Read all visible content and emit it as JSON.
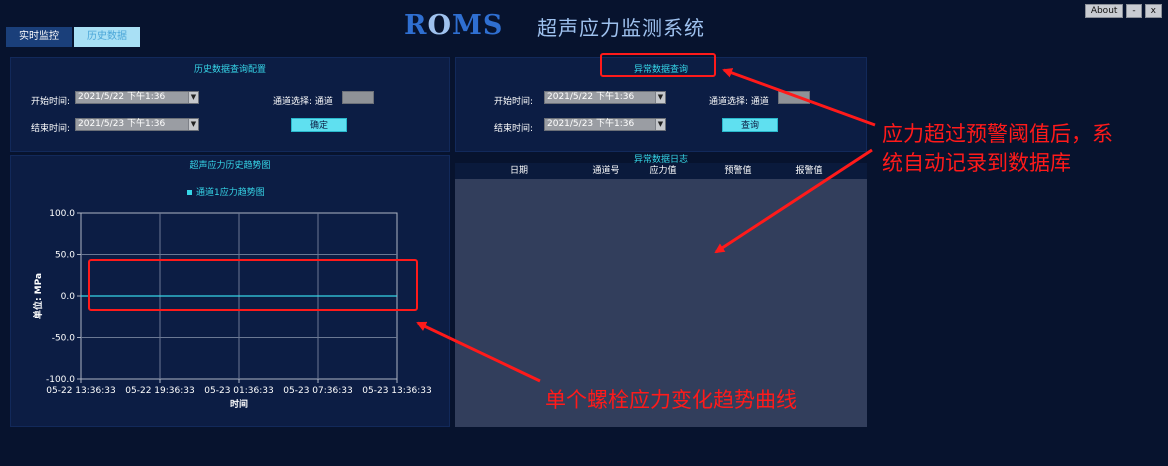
{
  "app": {
    "logo_text_r": "R",
    "logo_text_o": "O",
    "logo_text_ms": "MS",
    "title": "超声应力监测系统"
  },
  "window_buttons": {
    "about": "About",
    "minimize": "-",
    "close": "x"
  },
  "tabs": [
    {
      "label": "实时监控",
      "active": false
    },
    {
      "label": "历史数据",
      "active": true
    }
  ],
  "history_query": {
    "title": "历史数据查询配置",
    "start_label": "开始时间:",
    "start_value": "2021/5/22 下午1:36",
    "end_label": "结束时间:",
    "end_value": "2021/5/23 下午1:36",
    "channel_label": "通道选择: 通道",
    "confirm_label": "确定"
  },
  "trend": {
    "title": "超声应力历史趋势图",
    "legend": "通道1应力趋势图",
    "ylabel": "单位: MPa",
    "xlabel": "时间"
  },
  "abnormal_query": {
    "title": "异常数据查询",
    "start_label": "开始时间:",
    "start_value": "2021/5/22 下午1:36",
    "end_label": "结束时间:",
    "end_value": "2021/5/23 下午1:36",
    "channel_label": "通道选择: 通道",
    "query_label": "查询"
  },
  "abnormal_log": {
    "title": "异常数据日志",
    "columns": [
      "日期",
      "通道号",
      "应力值",
      "预警值",
      "报警值"
    ]
  },
  "annotations": {
    "right_line1": "应力超过预警阈值后，系",
    "right_line2": "统自动记录到数据库",
    "bottom": "单个螺栓应力变化趋势曲线"
  },
  "chart_data": {
    "type": "line",
    "legend": "通道1应力趋势图",
    "xlabel": "时间",
    "ylabel": "单位: MPa",
    "ylim": [
      -100,
      100
    ],
    "yticks": [
      "100.0",
      "50.0",
      "0.0",
      "-50.0",
      "-100.0"
    ],
    "xticks": [
      "05-22 13:36:33",
      "05-22 19:36:33",
      "05-23 01:36:33",
      "05-23 07:36:33",
      "05-23 13:36:33"
    ],
    "grid": true,
    "series": [
      {
        "name": "通道1应力趋势图",
        "x_range_hours": [
          0,
          24
        ],
        "values": [
          0,
          0
        ]
      }
    ]
  },
  "colors": {
    "background": "#07132e",
    "panel": "#0c1d44",
    "accent_cyan": "#36d6e8",
    "annotation_red": "#ff1a1a"
  }
}
